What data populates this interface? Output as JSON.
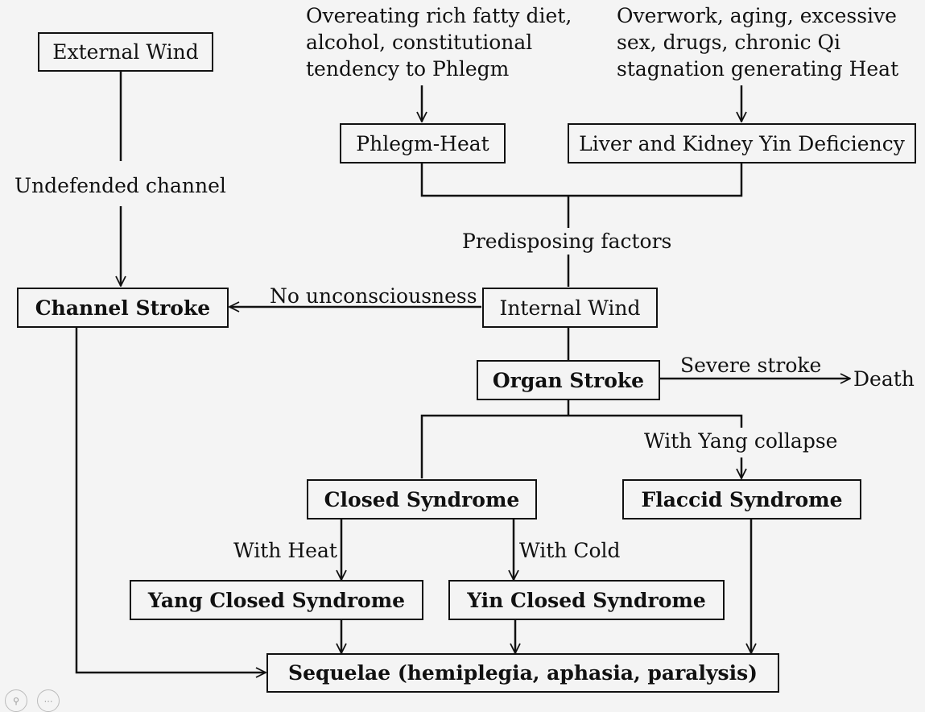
{
  "nodes": {
    "external_wind": "External Wind",
    "phlegm_heat": "Phlegm-Heat",
    "liver_kidney": "Liver and Kidney Yin Deficiency",
    "channel_stroke": "Channel Stroke",
    "internal_wind": "Internal Wind",
    "organ_stroke": "Organ Stroke",
    "closed_syndrome": "Closed Syndrome",
    "flaccid_syndrome": "Flaccid Syndrome",
    "yang_closed": "Yang Closed Syndrome",
    "yin_closed": "Yin Closed Syndrome",
    "sequelae": "Sequelae (hemiplegia, aphasia, paralysis)"
  },
  "labels": {
    "overeating": "Overeating rich fatty diet,\nalcohol, constitutional\ntendency to Phlegm",
    "overwork": "Overwork, aging, excessive\nsex, drugs, chronic Qi\nstagnation generating Heat",
    "undefended": "Undefended channel",
    "predisposing": "Predisposing factors",
    "no_unconscious": "No unconsciousness",
    "severe_stroke": "Severe stroke",
    "death": "Death",
    "yang_collapse": "With Yang collapse",
    "with_heat": "With Heat",
    "with_cold": "With Cold"
  },
  "icons": [
    "zoom-icon",
    "more-icon"
  ],
  "colors": {
    "line": "#111111",
    "background": "#f4f4f4"
  }
}
